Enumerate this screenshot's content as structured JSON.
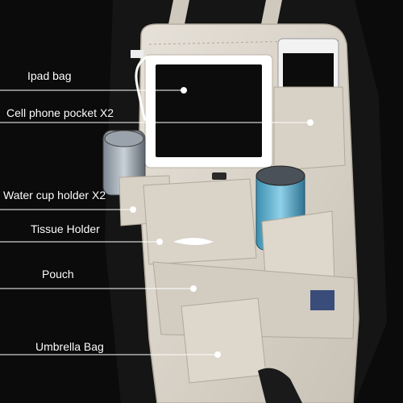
{
  "colors": {
    "background": "#0b0b0b",
    "leather": "#dcd6cc",
    "leather_shade": "#c3bcb0",
    "callout_line": "#ffffff"
  },
  "labels": {
    "ipad_bag": "Ipad bag",
    "cell_phone_pocket": "Cell phone pocket X2",
    "water_cup_holder": "Water cup holder X2",
    "tissue_holder": "Tissue Holder",
    "pouch": "Pouch",
    "umbrella_bag": "Umbrella Bag"
  }
}
